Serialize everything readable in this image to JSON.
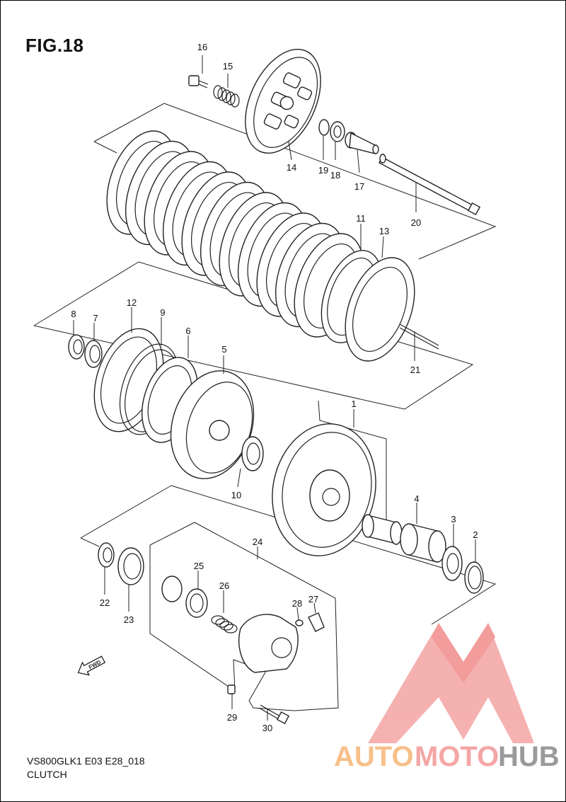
{
  "figure": {
    "title": "FIG.18",
    "model_code": "VS800GLK1 E03 E28_018",
    "caption": "CLUTCH"
  },
  "parts": [
    {
      "id": "1"
    },
    {
      "id": "2"
    },
    {
      "id": "3"
    },
    {
      "id": "4"
    },
    {
      "id": "5"
    },
    {
      "id": "6"
    },
    {
      "id": "7"
    },
    {
      "id": "8"
    },
    {
      "id": "9"
    },
    {
      "id": "10"
    },
    {
      "id": "11"
    },
    {
      "id": "12"
    },
    {
      "id": "13"
    },
    {
      "id": "14"
    },
    {
      "id": "15"
    },
    {
      "id": "16"
    },
    {
      "id": "17"
    },
    {
      "id": "18"
    },
    {
      "id": "19"
    },
    {
      "id": "20"
    },
    {
      "id": "21"
    },
    {
      "id": "22"
    },
    {
      "id": "23"
    },
    {
      "id": "24"
    },
    {
      "id": "25"
    },
    {
      "id": "26"
    },
    {
      "id": "27"
    },
    {
      "id": "28"
    },
    {
      "id": "29"
    },
    {
      "id": "30"
    }
  ],
  "fwd_arrow": {
    "label": "FWD"
  },
  "watermark": {
    "part1": "AUTO",
    "part2": "MOTO",
    "part3": "HUB",
    "colors": {
      "auto": "#f7c08a",
      "moto": "#f4a6a6",
      "hub": "#9a9a9a",
      "logo": "#f28b8b"
    }
  }
}
